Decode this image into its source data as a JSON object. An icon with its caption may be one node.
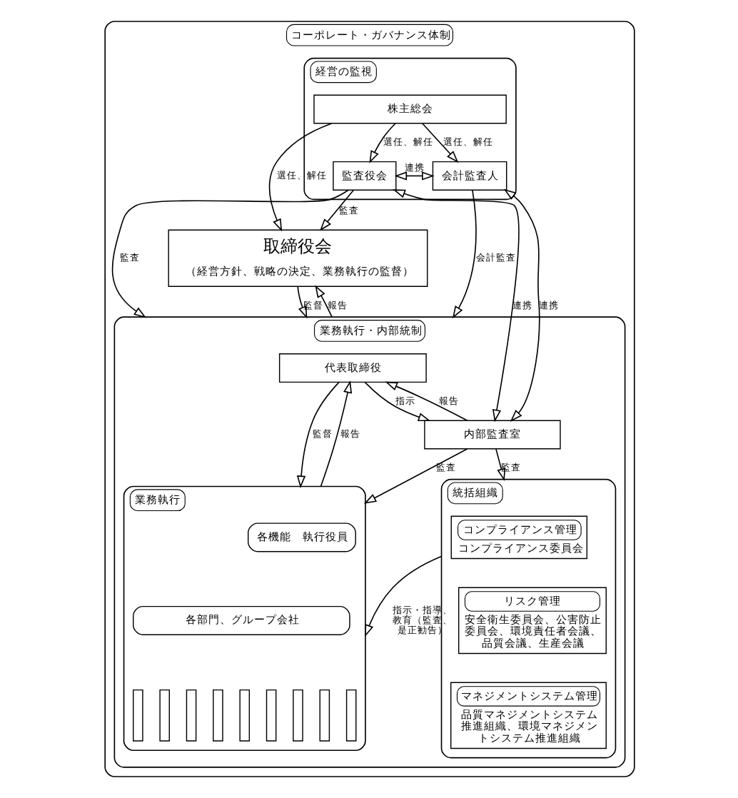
{
  "diagram": {
    "nodes": [
      {
        "text": [
          "コーポレート・ガバナンス体制"
        ]
      },
      {
        "text": [
          "経営の監視"
        ],
        "in": 0
      },
      {
        "text": [
          "株主総会"
        ],
        "in": 1
      },
      {
        "text": [
          "会計監査人"
        ],
        "in": 1
      },
      {
        "text": [
          "監査役会"
        ],
        "in": 1
      },
      {
        "text": [
          "取締役会",
          "（経営方針、戦略の決定、業務執行の監督）"
        ],
        "in": 0
      },
      {
        "text": [
          "業務執行・内部統制"
        ],
        "in": 0
      },
      {
        "text": [
          "代表取締役"
        ],
        "in": 6
      },
      {
        "text": [
          "内部監査室"
        ],
        "in": 6
      },
      {
        "text": [
          "統括組織"
        ],
        "in": 6
      },
      {
        "text": [
          "コンプライアンス管理",
          "コンプライアンス委員会"
        ],
        "in": 9
      },
      {
        "text": [
          "リスク管理",
          "安全衛生委員会、公害防止委員会、環境責任者会議、品質会議、生産会議"
        ],
        "in": 9
      },
      {
        "text": [
          "マネジメントシステム管理",
          "品質マネジメントシステム推進組織、環境マネジメントシステム推進組織"
        ],
        "in": 9
      },
      {
        "text": [
          "業務執行"
        ],
        "in": 6
      },
      {
        "text": [
          "各機能　執行役員"
        ],
        "in": 13
      },
      {
        "text": [
          "各部門、グループ会社"
        ],
        "in": 13
      },
      {
        "text": [],
        "shape": "bar",
        "in": 13
      },
      {
        "text": [],
        "shape": "bar",
        "in": 13
      },
      {
        "text": [],
        "shape": "bar",
        "in": 13
      },
      {
        "text": [],
        "shape": "bar",
        "in": 13
      },
      {
        "text": [],
        "shape": "bar",
        "in": 13
      },
      {
        "text": [],
        "shape": "bar",
        "in": 13
      },
      {
        "text": [],
        "shape": "bar",
        "in": 13
      },
      {
        "text": [],
        "shape": "bar",
        "in": 13
      },
      {
        "text": [],
        "shape": "bar",
        "in": 13
      }
    ],
    "edges": [
      {
        "from": 2,
        "to": 3,
        "arrow": "to",
        "label": "選任、解任"
      },
      {
        "from": 2,
        "to": 4,
        "arrow": "to",
        "label": "選任、解任"
      },
      {
        "from": 2,
        "to": 5,
        "arrow": "to",
        "label": "選任、解任"
      },
      {
        "from": 3,
        "to": 4,
        "arrow": "both",
        "label": "連携"
      },
      {
        "from": 3,
        "to": 6,
        "arrow": "to",
        "label": "会計監査"
      },
      {
        "from": 3,
        "to": 8,
        "arrow": "both",
        "label": "連携"
      },
      {
        "from": 4,
        "to": 8,
        "arrow": "both",
        "label": "連携"
      },
      {
        "from": 4,
        "to": 5,
        "arrow": "to",
        "label": "監査"
      },
      {
        "from": 4,
        "to": 6,
        "arrow": "to",
        "label": "監査"
      },
      {
        "from": 5,
        "to": 6,
        "arrow": "to",
        "label": "監督"
      },
      {
        "from": 6,
        "to": 5,
        "arrow": "to",
        "label": "報告"
      },
      {
        "from": 8,
        "to": 7,
        "arrow": "to",
        "label": "報告"
      },
      {
        "from": 7,
        "to": 8,
        "arrow": "to",
        "label": "指示"
      },
      {
        "from": 8,
        "to": 9,
        "arrow": "to",
        "label": "監査"
      },
      {
        "from": 8,
        "to": 13,
        "arrow": "to",
        "label": "監査"
      },
      {
        "from": 7,
        "to": 13,
        "arrow": "to",
        "label": "監督"
      },
      {
        "from": 13,
        "to": 7,
        "arrow": "to",
        "label": "報告"
      },
      {
        "from": 9,
        "to": 13,
        "arrow": "to",
        "label": "指示・指導、教育（監査、是正勧告）"
      }
    ]
  }
}
